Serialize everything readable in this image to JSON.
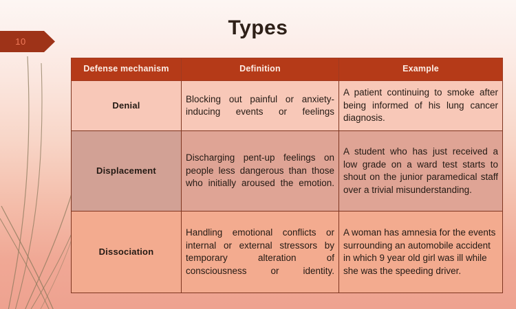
{
  "slide": {
    "page_number": "10",
    "title": "Types",
    "accent_header_color": "#b53a18",
    "badge_color": "#9e3318",
    "badge_text_color": "#f07a5a",
    "title_color": "#2e2018",
    "background_top_color": "#fdf6f3",
    "background_bottom_color": "#eea290",
    "decor_stroke_color": "#8b7a5c"
  },
  "table": {
    "name": "defense-mechanisms-table",
    "columns": [
      {
        "key": "mechanism",
        "label": "Defense mechanism"
      },
      {
        "key": "definition",
        "label": "Definition"
      },
      {
        "key": "example",
        "label": "Example"
      }
    ],
    "rows": [
      {
        "mechanism": "Denial",
        "definition": "Blocking out painful or anxiety-inducing events or feelings",
        "example": "A patient continuing to smoke after being informed of his lung cancer diagnosis.",
        "row_color": "#f8c8b8"
      },
      {
        "mechanism": "Displacement",
        "definition": "Discharging pent-up feelings on people less dangerous than those who initially aroused the emotion.",
        "example": "A student who has just received a low grade on a ward test starts to shout on the junior paramedical staff over a trivial misunderstanding.",
        "row_color": "#dfa495"
      },
      {
        "mechanism": "Dissociation",
        "definition": "Handling emotional conflicts or internal or external stressors by temporary alteration of consciousness or identity.",
        "example": "A woman has amnesia for the events surrounding an automobile accident in which 9 year old girl was ill while she was the speeding driver.",
        "row_color": "#f3ab8f"
      }
    ]
  }
}
